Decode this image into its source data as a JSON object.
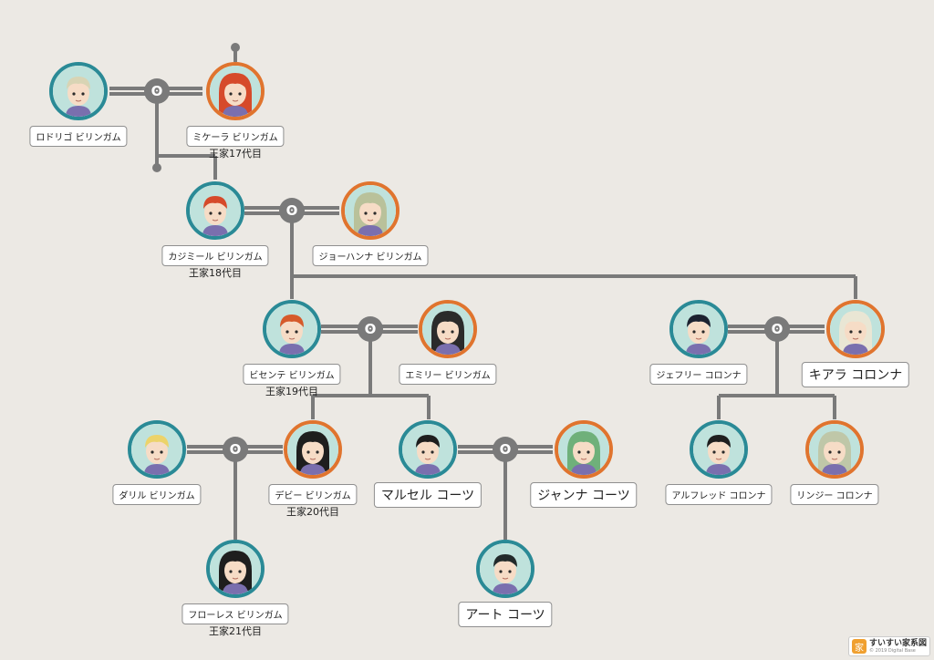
{
  "people": {
    "rodrigo": {
      "name": "ロドリゴ ビリンガム",
      "sub": "",
      "gender": "m",
      "hair": "#d8d4b4",
      "big": false
    },
    "micaela": {
      "name": "ミケーラ ビリンガム",
      "sub": "王家17代目",
      "gender": "f",
      "hair": "#d64a2a",
      "big": false
    },
    "casimir": {
      "name": "カジミール ビリンガム",
      "sub": "王家18代目",
      "gender": "m",
      "hair": "#d64a2a",
      "big": false
    },
    "johanna": {
      "name": "ジョーハンナ ビリンガム",
      "sub": "",
      "gender": "f",
      "hair": "#b9c19a",
      "big": false
    },
    "vicente": {
      "name": "ビセンテ ビリンガム",
      "sub": "王家19代目",
      "gender": "m",
      "hair": "#d65a2a",
      "big": false
    },
    "emily": {
      "name": "エミリー ビリンガム",
      "sub": "",
      "gender": "f",
      "hair": "#2b2b2b",
      "big": false
    },
    "jeffrey": {
      "name": "ジェフリー コロンナ",
      "sub": "",
      "gender": "m",
      "hair": "#1c2230",
      "big": false
    },
    "kiara": {
      "name": "キアラ コロンナ",
      "sub": "",
      "gender": "f",
      "hair": "#e9e6d4",
      "big": true
    },
    "daryl": {
      "name": "ダリル ビリンガム",
      "sub": "",
      "gender": "m",
      "hair": "#ecd36a",
      "big": false
    },
    "debbie": {
      "name": "デビー ビリンガム",
      "sub": "王家20代目",
      "gender": "f",
      "hair": "#1e1e1e",
      "big": false
    },
    "marcel": {
      "name": "マルセル コーツ",
      "sub": "",
      "gender": "m",
      "hair": "#1e1e1e",
      "big": true
    },
    "janna": {
      "name": "ジャンナ コーツ",
      "sub": "",
      "gender": "f",
      "hair": "#6fb07a",
      "big": true
    },
    "alfred": {
      "name": "アルフレッド コロンナ",
      "sub": "",
      "gender": "m",
      "hair": "#1e1e1e",
      "big": false
    },
    "lindsey": {
      "name": "リンジー コロンナ",
      "sub": "",
      "gender": "f",
      "hair": "#bfc7a8",
      "big": false
    },
    "flores": {
      "name": "フローレス ビリンガム",
      "sub": "王家21代目",
      "gender": "f",
      "hair": "#1e1e1e",
      "big": false
    },
    "art": {
      "name": "アート コーツ",
      "sub": "",
      "gender": "m",
      "hair": "#222a2a",
      "big": true
    }
  },
  "logo": {
    "title": "すいすい家系図",
    "copyright": "© 2019 Digital Base"
  },
  "colors": {
    "male_ring": "#2a8a96",
    "female_ring": "#e0742e",
    "line": "#7a7a7a",
    "background": "#ece9e4"
  }
}
